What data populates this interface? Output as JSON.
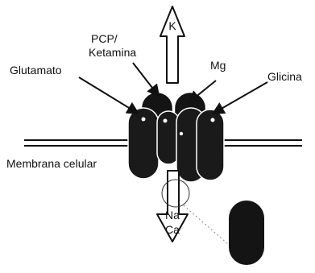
{
  "diagram": {
    "labels": {
      "pcp_line1": "PCP/",
      "pcp_line2": "Ketamina",
      "glutamato": "Glutamato",
      "mg": "Mg",
      "glicina": "Glicina",
      "membrana": "Membrana celular"
    },
    "ions": {
      "outflow": "K",
      "inflow_1": "Na",
      "inflow_2": "Ca"
    }
  }
}
